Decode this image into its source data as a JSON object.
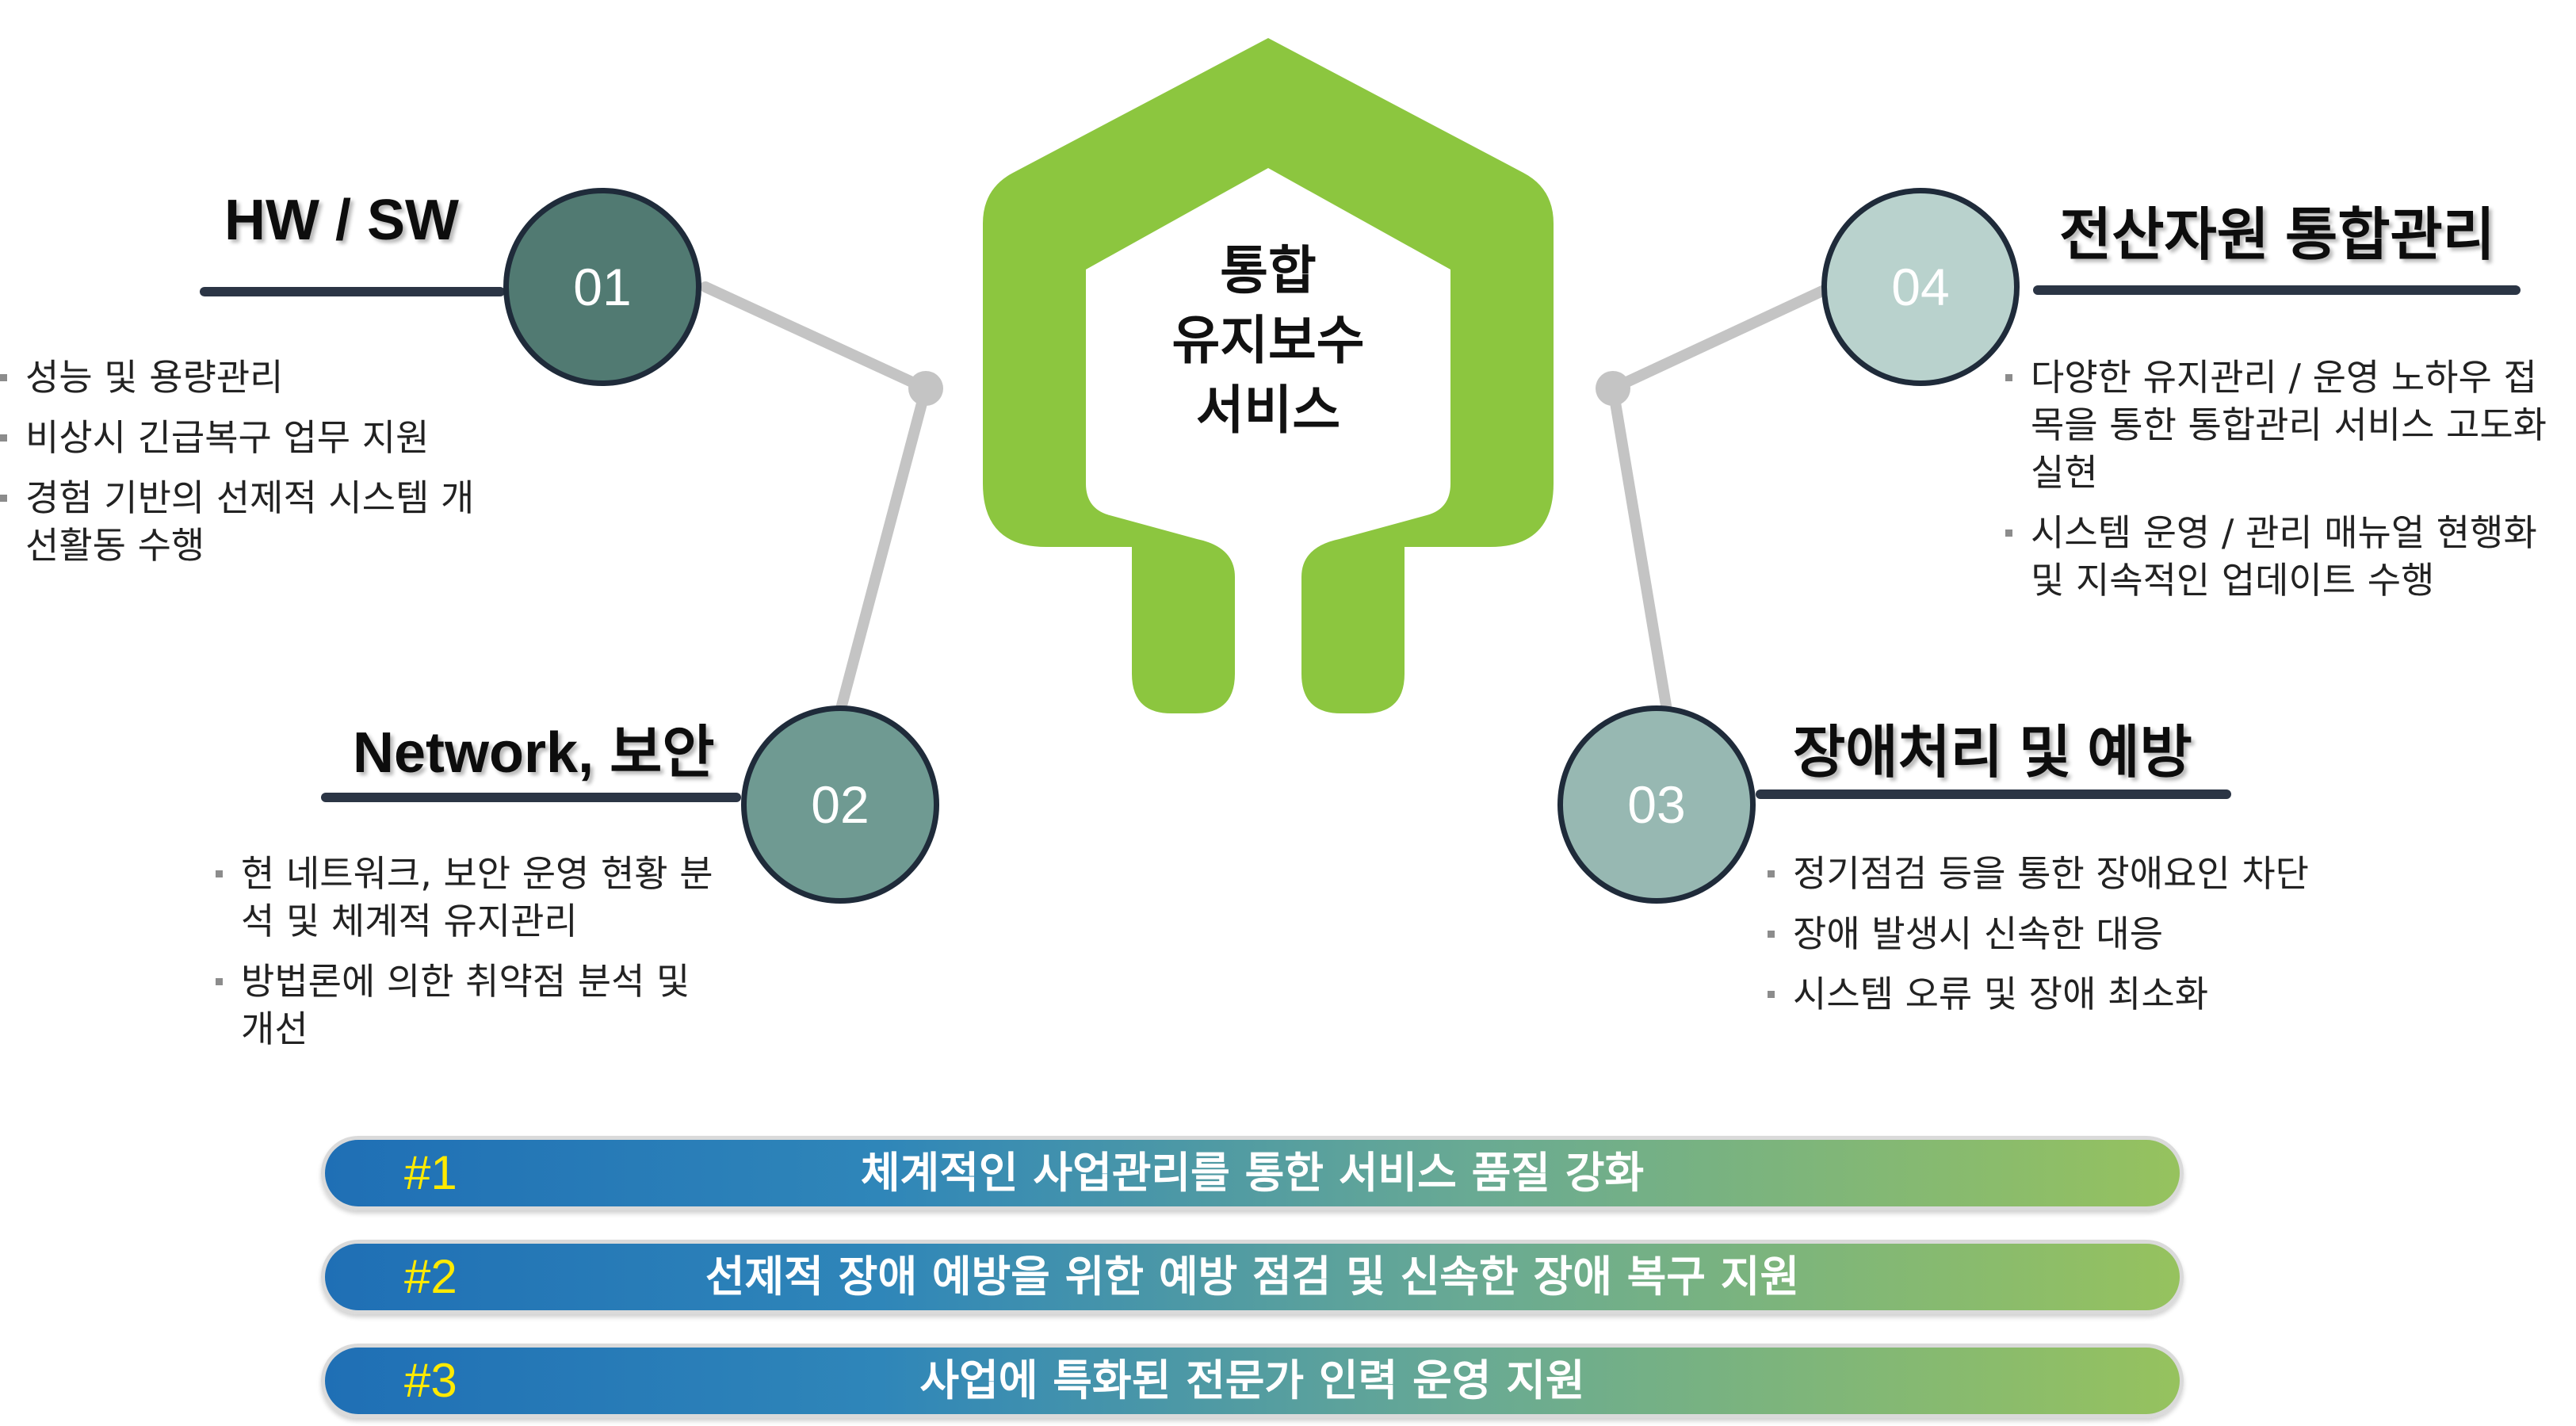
{
  "center": {
    "lines": [
      "통합",
      "유지보수",
      "서비스"
    ]
  },
  "items": [
    {
      "num": "01",
      "title": "HW / SW",
      "bullets": [
        "성능 및 용량관리",
        "비상시 긴급복구 업무 지원",
        "경험 기반의 선제적 시스템 개선활동 수행"
      ],
      "circle_color": "#517a72"
    },
    {
      "num": "02",
      "title": "Network, 보안",
      "bullets": [
        "현 네트워크, 보안 운영 현황 분석 및 체계적 유지관리",
        "방법론에 의한 취약점 분석 및 개선"
      ],
      "circle_color": "#6f9a92"
    },
    {
      "num": "03",
      "title": "장애처리 및 예방",
      "bullets": [
        "정기점검 등을 통한 장애요인 차단",
        "장애 발생시 신속한 대응",
        "시스템 오류 및 장애 최소화"
      ],
      "circle_color": "#97b8b2"
    },
    {
      "num": "04",
      "title": "전산자원 통합관리",
      "bullets": [
        "다양한 유지관리 / 운영 노하우 접목을 통한 통합관리 서비스 고도화 실현",
        "시스템 운영 / 관리 매뉴얼 현행화 및 지속적인 업데이트 수행"
      ],
      "circle_color": "#b9d2cd"
    }
  ],
  "bars": [
    {
      "tag": "#1",
      "text": "체계적인 사업관리를 통한 서비스 품질 강화"
    },
    {
      "tag": "#2",
      "text": "선제적 장애 예방을 위한 예방 점검 및 신속한 장애 복구 지원"
    },
    {
      "tag": "#3",
      "text": "사업에 특화된 전문가 인력 운영 지원"
    }
  ],
  "colors": {
    "hex_green": "#8cc63f",
    "connector": "#c4c4c4",
    "rule": "#2b3545",
    "circle_border": "#1f2b3a",
    "bar_tag": "#ffea00"
  }
}
